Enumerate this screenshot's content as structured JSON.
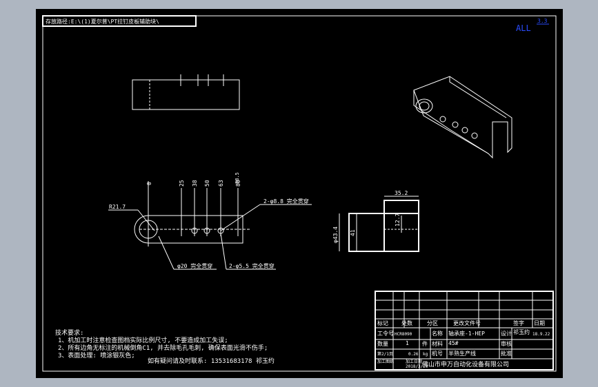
{
  "path_label": "存放路径:E:\\(1)夏尔普\\PT拉钉皮板辅助块\\",
  "all_label": "ALL",
  "all_fraction": "3.3",
  "dims": {
    "r21": "R21.7",
    "zero": "0",
    "v25": "25",
    "v38": "38",
    "v50": "50",
    "v63": "63",
    "v80": "80",
    "v88": "88.5",
    "note_a": "2-φ8.8 完全贯穿",
    "note_b": "φ20 完全贯穿",
    "note_c": "2-φ5.5 完全贯穿",
    "d352": "35.2",
    "d434": "φ43.4",
    "d41": "41",
    "d12": "12.7"
  },
  "tech": {
    "title": "技术要求:",
    "l1": "1、机加工时注意检查图档实际比例尺寸, 不要造成加工失误;",
    "l2": "2、所有边角无标注的机械倒角C1, 并去除毛孔毛刺, 确保表面光滑不伤手;",
    "l3": "3、表面处理: 喷涂银灰色;",
    "contact": "如有疑问请及时联系:  13531683178  祁玉约"
  },
  "titleblock": {
    "biaoji": "标记",
    "chushu": "处数",
    "fenqu": "分区",
    "gengdai": "更改文件号",
    "qianzi": "签字",
    "riqi": "日期",
    "gonglinghao_label": "工令号",
    "gonglinghao_value": "HCR8090",
    "mingcheng_label": "名称",
    "mingcheng_value": "轴承座-1-HEP",
    "sheji_label": "设计",
    "sheji_value": "祁玉约",
    "sheji_date": "18.9.22",
    "shuliang_label": "数量",
    "shuliang_value": "1",
    "jian": "件",
    "cailiao_label": "材料",
    "cailiao_value": "45#",
    "shenhe": "审核",
    "zhang": "第2/1页",
    "weight": "0.26",
    "kg": "kg",
    "jihao_label": "机号",
    "jihao_value": "半熟生产线",
    "pizhun": "批准",
    "jiagong": "加工日期",
    "jiagong_date": "2018/3/20",
    "gongyi": "加工图纸",
    "company": "佛山市申万自动化设备有限公司"
  }
}
